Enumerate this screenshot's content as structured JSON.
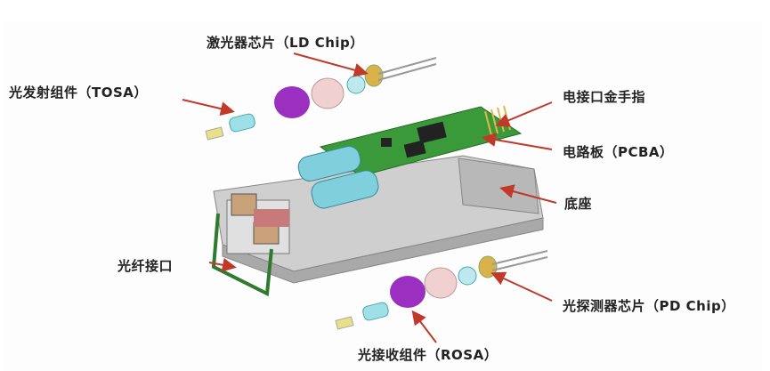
{
  "labels": {
    "ld_chip": "激光器芯片（LD Chip）",
    "tosa": "光发射组件（TOSA）",
    "gold_finger": "电接口金手指",
    "pcba": "电路板（PCBA）",
    "base": "底座",
    "fiber_port": "光纤接口",
    "pd_chip": "光探测器芯片（PD Chip）",
    "rosa": "光接收组件（ROSA）"
  },
  "colors": {
    "arrow": "#c0392b",
    "pcb": "#3a9a3a",
    "housing": "#c8c8c8",
    "lens_cyan": "#7fd0dc",
    "purple": "#9b30c0",
    "pink": "#f0d0d0",
    "gold": "#d9b24a"
  }
}
